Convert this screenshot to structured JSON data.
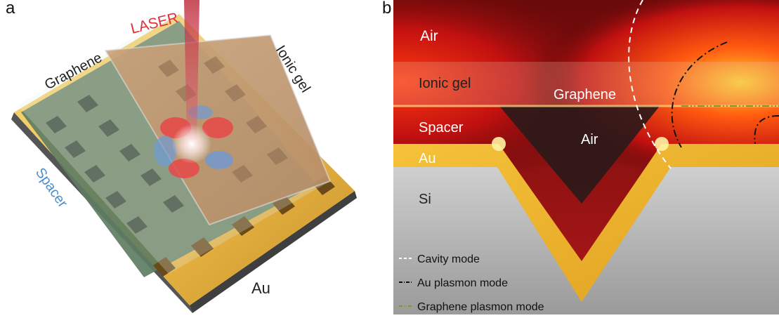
{
  "panel_a": {
    "letter": "a",
    "labels": {
      "laser": "LASER",
      "graphene": "Graphene",
      "ionic_gel": "Ionic gel",
      "spacer": "Spacer",
      "au": "Au"
    },
    "colors": {
      "laser": "#e0303a",
      "spacer": "#4a8fd0",
      "gold": "#f2c14a"
    }
  },
  "panel_b": {
    "letter": "b",
    "labels": {
      "air_top": "Air",
      "ionic_gel": "Ionic gel",
      "graphene": "Graphene",
      "spacer": "Spacer",
      "air_cavity": "Air",
      "au": "Au",
      "si": "Si"
    },
    "legend": [
      {
        "label": "Cavity mode",
        "style": "dashed",
        "color": "#ffffff"
      },
      {
        "label": "Au plasmon mode",
        "style": "dash-dot",
        "color": "#111111"
      },
      {
        "label": "Graphene plasmon mode",
        "style": "dash-dot-dot",
        "color": "#7a9a2a"
      }
    ]
  }
}
